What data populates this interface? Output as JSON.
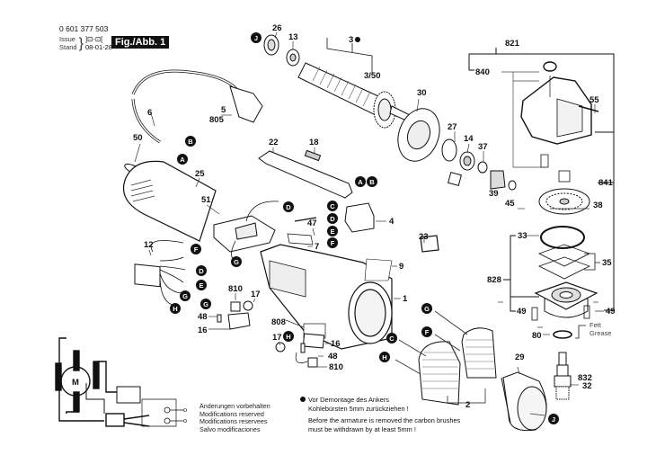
{
  "header": {
    "part_number": "0 601 377 503",
    "issue_label": "Issue",
    "stand_label": "Stand",
    "issue_value": "]⊡-⊡[",
    "stand_value": "08-01-28",
    "figure_label": "Fig./Abb. 1"
  },
  "part_labels": {
    "p26": "26",
    "p13": "13",
    "p3": "3",
    "p3_50": "3/50",
    "p30": "30",
    "p27": "27",
    "p14": "14",
    "p37": "37",
    "p39": "39",
    "p45": "45",
    "p821": "821",
    "p840": "840",
    "p55": "55",
    "p841": "841",
    "p38": "38",
    "p33": "33",
    "p35": "35",
    "p828": "828",
    "p49a": "49",
    "p49b": "49",
    "p80": "80",
    "p832": "832",
    "p32": "32",
    "p29": "29",
    "p2": "2",
    "p1": "1",
    "p9": "9",
    "p23": "23",
    "p4": "4",
    "p22": "22",
    "p18": "18",
    "p47": "47",
    "p7": "7",
    "p5": "5",
    "p805": "805",
    "p6": "6",
    "p50": "50",
    "p25": "25",
    "p51": "51",
    "p12": "12",
    "p810a": "810",
    "p17a": "17",
    "p48a": "48",
    "p16a": "16",
    "p808": "808",
    "p17b": "17",
    "p16b": "16",
    "p48b": "48",
    "p810b": "810"
  },
  "markers": [
    "A",
    "B",
    "C",
    "D",
    "E",
    "F",
    "G",
    "H",
    "J"
  ],
  "grease": {
    "de": "Fett",
    "en": "Grease"
  },
  "motor_symbol": "M",
  "notes": {
    "bullet_de_1": "Vor Demontage des Ankers",
    "bullet_de_2": "Kohlebürsten 5mm zurückziehen !",
    "en_1": "Before the armature is removed the carbon brushes",
    "en_2": "must be withdrawn by at least 5mm !"
  },
  "modifications": [
    "Änderungen vorbehalten",
    "Modifications reserved",
    "Modifications reservees",
    "Salvo modificaciones"
  ]
}
